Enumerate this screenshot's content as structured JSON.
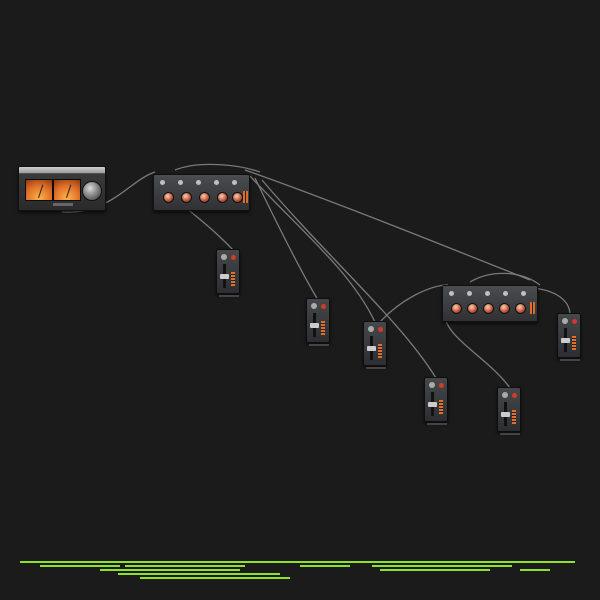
{
  "canvas": {
    "background": "#1b1b1b",
    "cable_color": "#8a8a8a",
    "timeline_color": "#8ee22b"
  },
  "devices": {
    "interface": {
      "kind": "audio-interface",
      "icon": "vu-meter-icon"
    },
    "mixers": [
      {
        "id": "mixer1",
        "kind": "mixer-strip",
        "knobs": 5
      },
      {
        "id": "mixer2",
        "kind": "mixer-strip",
        "knobs": 5
      }
    ],
    "faders": [
      {
        "id": "fader1",
        "kind": "fader-module"
      },
      {
        "id": "fader2",
        "kind": "fader-module"
      },
      {
        "id": "fader3",
        "kind": "fader-module"
      },
      {
        "id": "fader4",
        "kind": "fader-module"
      },
      {
        "id": "fader5",
        "kind": "fader-module"
      },
      {
        "id": "fader6",
        "kind": "fader-module"
      }
    ]
  },
  "accent_colors": {
    "meter_orange": "#e0702a",
    "led_red": "#d43a2a",
    "knob_copper": "#c55a3a"
  }
}
